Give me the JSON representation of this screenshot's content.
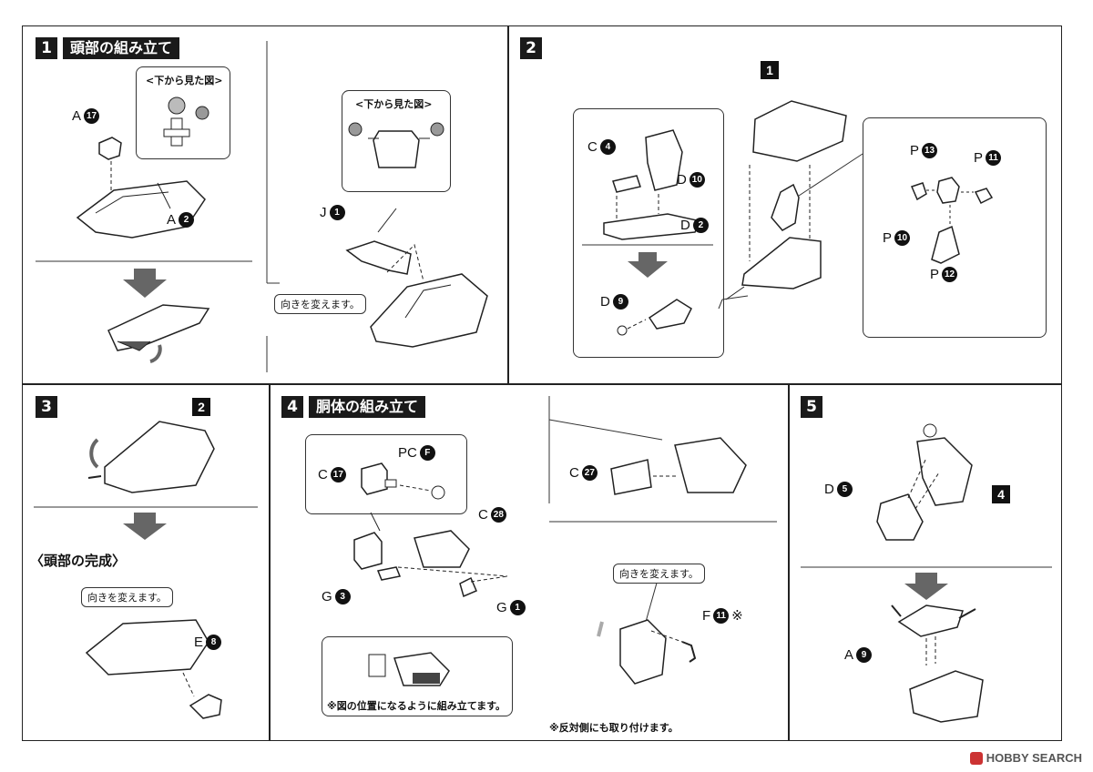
{
  "steps": {
    "s1": {
      "num": "1",
      "title": "頭部の組み立て",
      "view_label_a": "<下から見た図>",
      "view_label_b": "<下から見た図>",
      "turn_note": "向きを変えます。",
      "parts": {
        "a17": "A",
        "a17n": "17",
        "a2": "A",
        "a2n": "2",
        "j1": "J",
        "j1n": "1"
      }
    },
    "s2": {
      "num": "2",
      "ref_num": "1",
      "parts": {
        "c4": "C",
        "c4n": "4",
        "d10": "D",
        "d10n": "10",
        "d2": "D",
        "d2n": "2",
        "d9": "D",
        "d9n": "9",
        "p13": "P",
        "p13n": "13",
        "p11": "P",
        "p11n": "11",
        "p10": "P",
        "p10n": "10",
        "p12": "P",
        "p12n": "12"
      }
    },
    "s3": {
      "num": "3",
      "ref_num": "2",
      "complete_label": "〈頭部の完成〉",
      "turn_note": "向きを変えます。",
      "parts": {
        "e8": "E",
        "e8n": "8"
      }
    },
    "s4": {
      "num": "4",
      "title": "胴体の組み立て",
      "turn_note": "向きを変えます。",
      "note_position": "※図の位置になるように組み立てます。",
      "note_opposite": "※反対側にも取り付けます。",
      "parts": {
        "pcf": "PC",
        "pcfn": "F",
        "c17": "C",
        "c17n": "17",
        "c28": "C",
        "c28n": "28",
        "g3": "G",
        "g3n": "3",
        "g1": "G",
        "g1n": "1",
        "c27": "C",
        "c27n": "27",
        "f11": "F",
        "f11n": "11",
        "f11mark": "※"
      }
    },
    "s5": {
      "num": "5",
      "ref_num": "4",
      "parts": {
        "d5": "D",
        "d5n": "5",
        "a9": "A",
        "a9n": "9"
      }
    }
  },
  "watermark": "HOBBY SEARCH"
}
